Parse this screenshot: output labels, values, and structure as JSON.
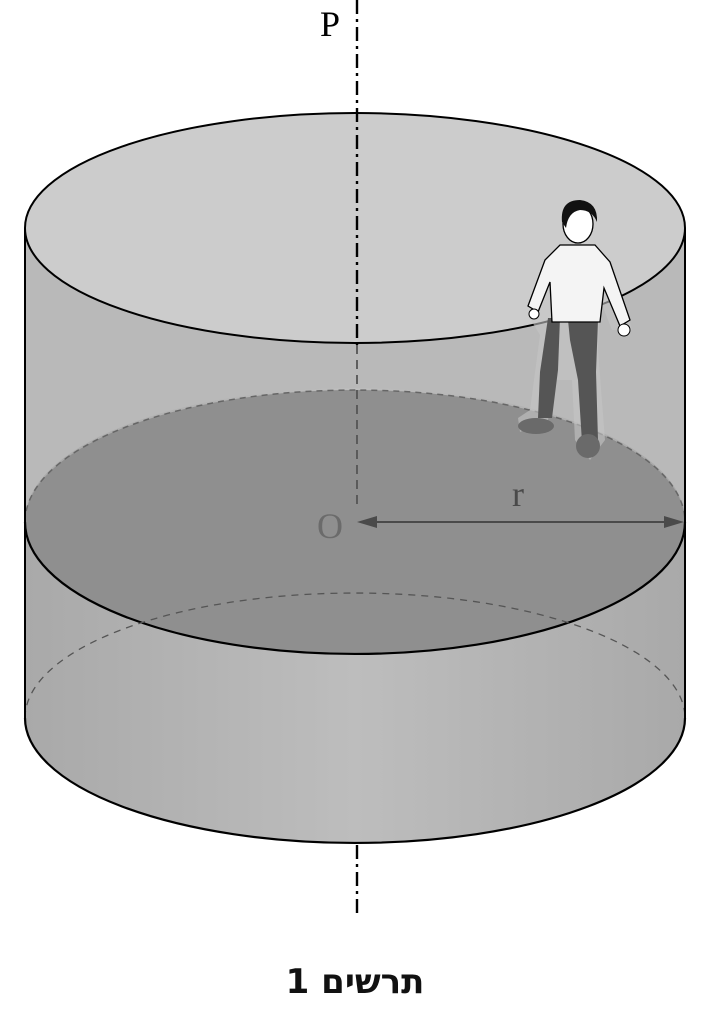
{
  "labels": {
    "axis_top": "P",
    "center": "O",
    "radius": "r"
  },
  "caption": "תרשים 1",
  "colors": {
    "top_face": "#cfcfcf",
    "wall_front": "#b3b3b3",
    "floor": "#8f8f8f",
    "outline": "#000000",
    "center_label": "#6b6b6b"
  }
}
